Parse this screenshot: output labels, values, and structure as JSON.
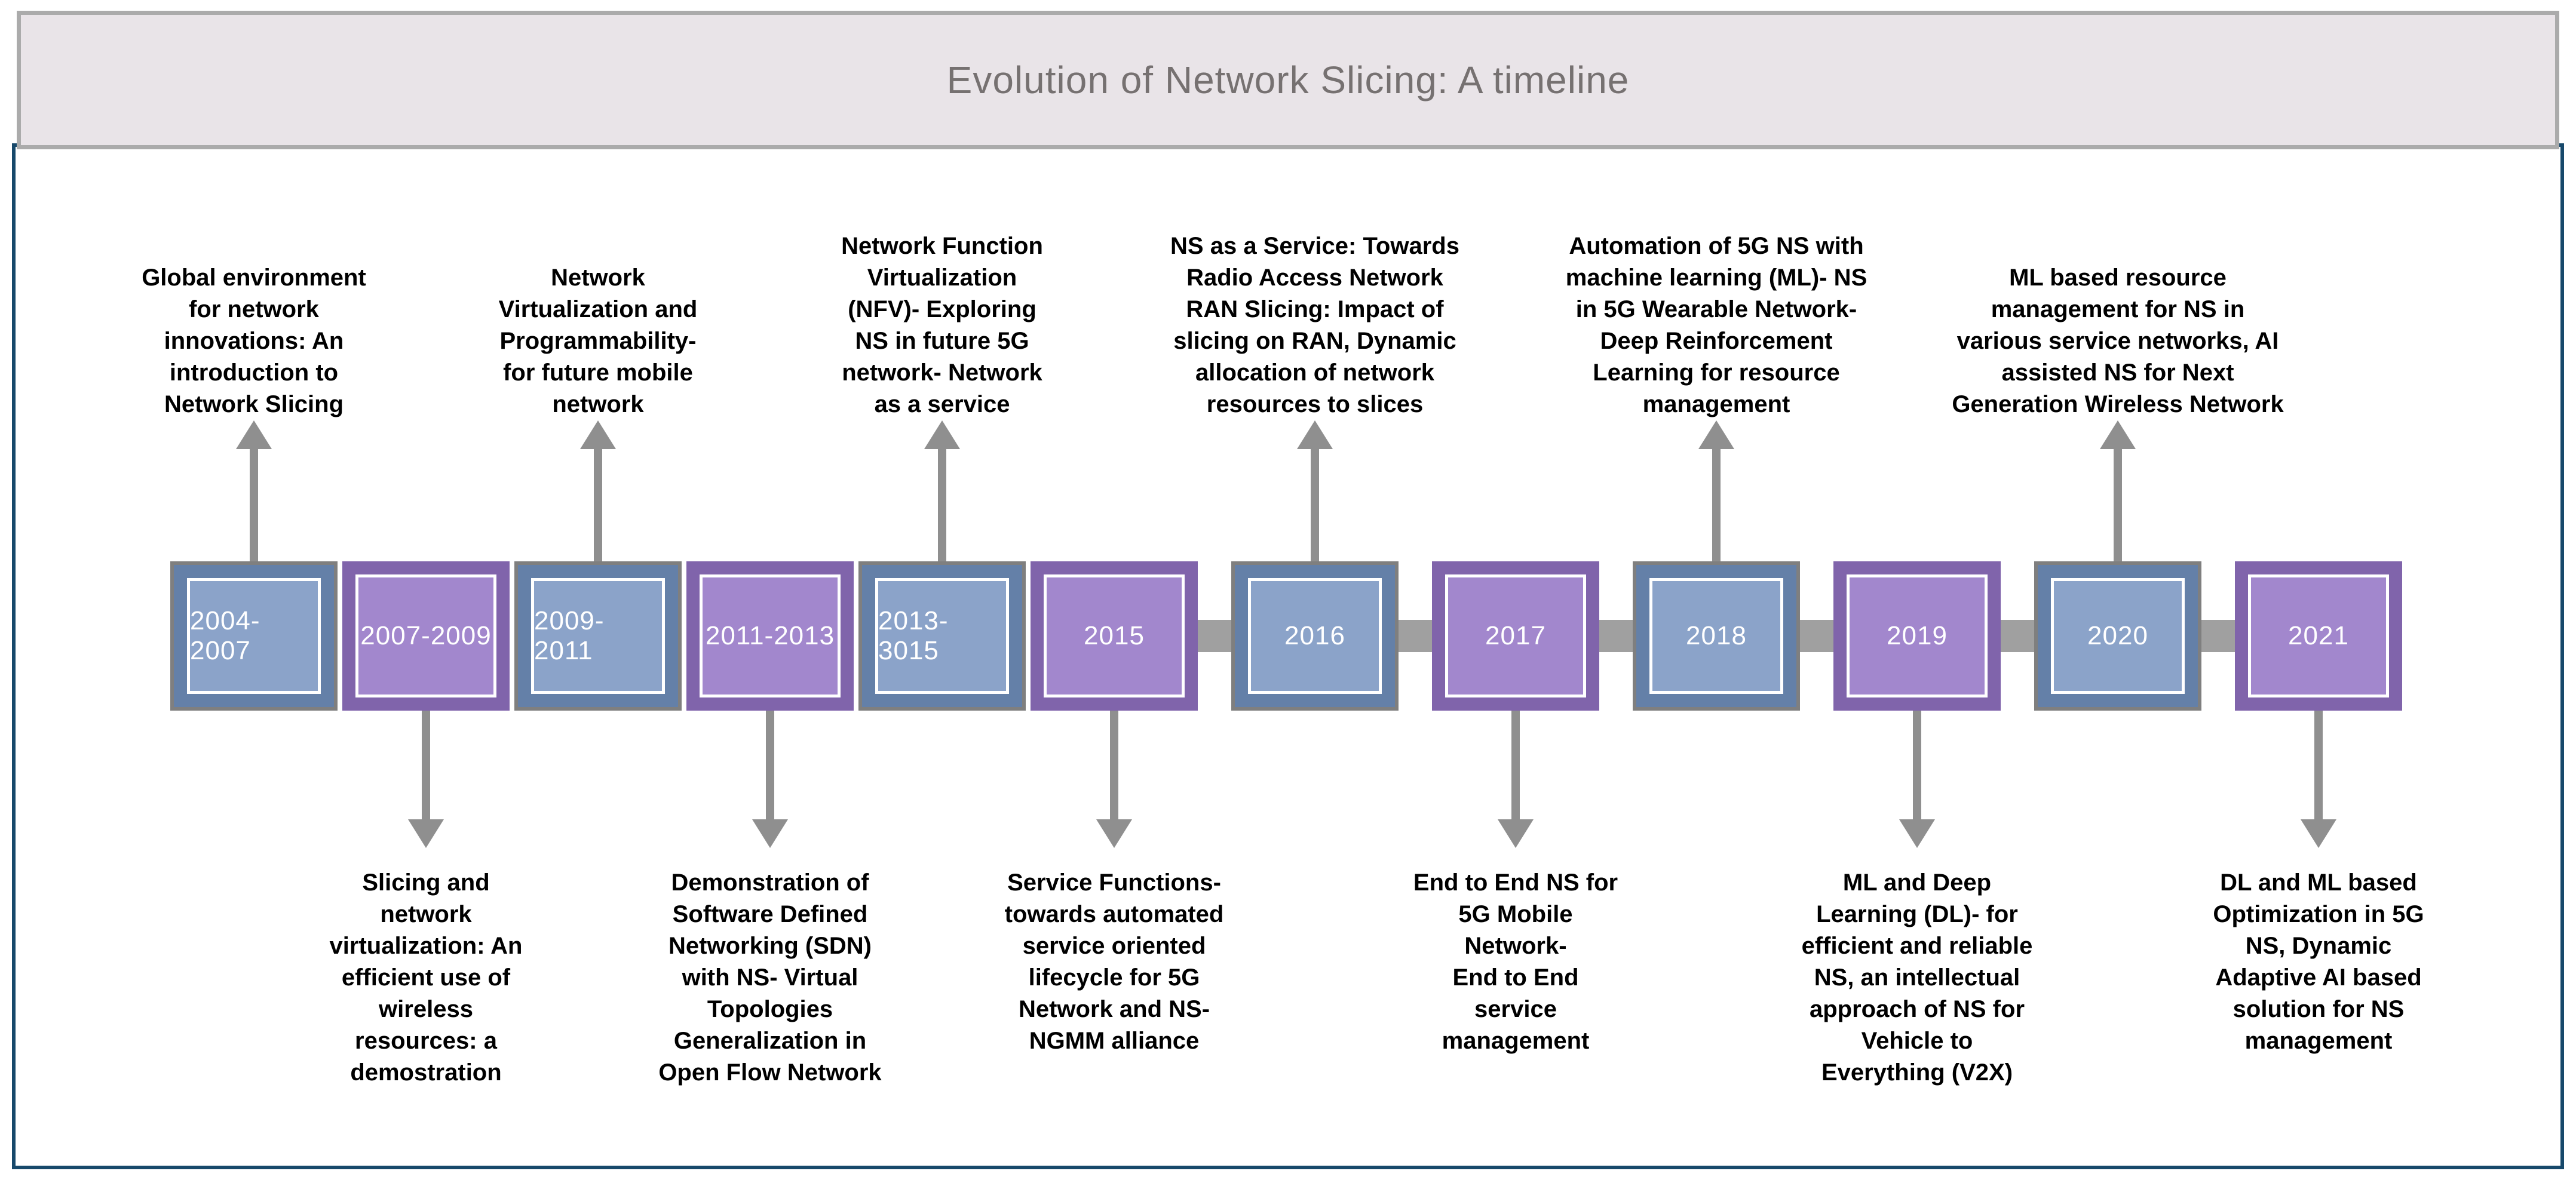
{
  "title": "Evolution of Network Slicing: A timeline",
  "colors": {
    "frame_border": "#17496b",
    "header_background": "#e9e4e8",
    "header_border": "#ababab",
    "title_text": "#767171",
    "blue_box_outer": "#6480a8",
    "blue_box_inner": "#8ba3c9",
    "blue_box_outline": "#7f7f7f",
    "purple_box_outer": "#8064ab",
    "purple_box_inner": "#a287cd",
    "arrow_gray": "#8f8f8f",
    "connector_gray": "#a0a0a0",
    "label_text": "#000000",
    "year_text": "#ffffff"
  },
  "timeline": {
    "boxes": [
      {
        "year": "2004-2007",
        "color": "blue",
        "arrow": "up"
      },
      {
        "year": "2007-2009",
        "color": "purple",
        "arrow": "down"
      },
      {
        "year": "2009-2011",
        "color": "blue",
        "arrow": "up"
      },
      {
        "year": "2011-2013",
        "color": "purple",
        "arrow": "down"
      },
      {
        "year": "2013-3015",
        "color": "blue",
        "arrow": "up"
      },
      {
        "year": "2015",
        "color": "purple",
        "arrow": "down"
      },
      {
        "year": "2016",
        "color": "blue",
        "arrow": "up"
      },
      {
        "year": "2017",
        "color": "purple",
        "arrow": "down"
      },
      {
        "year": "2018",
        "color": "blue",
        "arrow": "up"
      },
      {
        "year": "2019",
        "color": "purple",
        "arrow": "down"
      },
      {
        "year": "2020",
        "color": "blue",
        "arrow": "up"
      },
      {
        "year": "2021",
        "color": "purple",
        "arrow": "down"
      }
    ],
    "top_labels": [
      {
        "above": "2004-2007",
        "text": "Global environment\nfor network\ninnovations: An\nintroduction to\nNetwork Slicing"
      },
      {
        "above": "2009-2011",
        "text": "Network\nVirtualization and\nProgrammability-\nfor future mobile\nnetwork"
      },
      {
        "above": "2013-3015",
        "text": "Network Function\nVirtualization\n(NFV)- Exploring\nNS in future 5G\nnetwork- Network\nas a service"
      },
      {
        "above": "2016",
        "text": "NS as a Service: Towards\nRadio Access Network\nRAN Slicing: Impact of\nslicing on RAN, Dynamic\nallocation of network\nresources to slices"
      },
      {
        "above": "2018",
        "text": "Automation of 5G NS with\nmachine learning (ML)- NS\nin 5G Wearable Network-\nDeep Reinforcement\nLearning for resource\nmanagement"
      },
      {
        "above": "2020",
        "text": "ML based resource\nmanagement for NS in\nvarious service networks, AI\nassisted NS for Next\nGeneration Wireless Network"
      }
    ],
    "bottom_labels": [
      {
        "below": "2007-2009",
        "text": "Slicing and\nnetwork\nvirtualization: An\nefficient use of\nwireless\nresources: a\ndemostration"
      },
      {
        "below": "2011-2013",
        "text": "Demonstration of\nSoftware Defined\nNetworking (SDN)\nwith NS- Virtual\nTopologies\nGeneralization in\nOpen Flow Network"
      },
      {
        "below": "2015",
        "text": "Service Functions-\ntowards automated\nservice oriented\nlifecycle for 5G\nNetwork and NS-\nNGMM alliance"
      },
      {
        "below": "2017",
        "text": "End to End NS for\n5G Mobile\nNetwork-\nEnd to End\nservice\nmanagement"
      },
      {
        "below": "2019",
        "text": "ML and Deep\nLearning (DL)- for\nefficient and reliable\nNS, an intellectual\napproach of NS for\nVehicle to\nEverything (V2X)"
      },
      {
        "below": "2021",
        "text": "DL and ML based\nOptimization in 5G\nNS, Dynamic\nAdaptive AI based\nsolution for NS\nmanagement"
      }
    ]
  }
}
